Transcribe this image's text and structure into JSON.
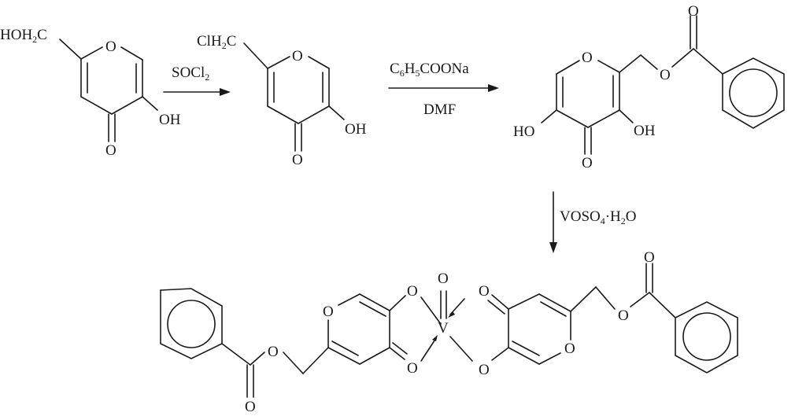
{
  "diagram": {
    "type": "reaction-scheme",
    "compounds": [
      {
        "id": "kojic-acid",
        "substituent_label": "HOH2C",
        "labels": [
          "O",
          "OH",
          "O"
        ]
      },
      {
        "id": "chlorokojic-acid",
        "substituent_label": "ClH2C",
        "labels": [
          "O",
          "OH",
          "O"
        ]
      },
      {
        "id": "benzoyl-ester-ligand",
        "labels": [
          "O",
          "O",
          "O",
          "HO",
          "OH",
          "O"
        ]
      },
      {
        "id": "oxovanadium-complex",
        "center_atom": "V",
        "labels": [
          "O",
          "O",
          "O",
          "O",
          "O",
          "O",
          "O",
          "O",
          "O",
          "O",
          "O"
        ]
      }
    ],
    "steps": [
      {
        "reagent_above": "SOCl2",
        "reagent_below": ""
      },
      {
        "reagent_above": "C6H5COONa",
        "reagent_below": "DMF"
      },
      {
        "reagent_side": "VOSO4·H2O"
      }
    ]
  },
  "text": {
    "hoh2c": "HOH",
    "hoh2c_sub": "2",
    "hoh2c_end": "C",
    "clh2c": "ClH",
    "clh2c_sub": "2",
    "clh2c_end": "C",
    "socl": "SOCl",
    "socl_sub": "2",
    "c6": "C",
    "c6_sub1": "6",
    "h5": "H",
    "c6_sub2": "5",
    "coona": "COONa",
    "dmf": "DMF",
    "voso": "VOSO",
    "voso_sub": "4",
    "h2o_pre": "·H",
    "h2o_sub": "2",
    "h2o_end": "O",
    "O": "O",
    "OH": "OH",
    "HO": "HO",
    "V": "V"
  }
}
